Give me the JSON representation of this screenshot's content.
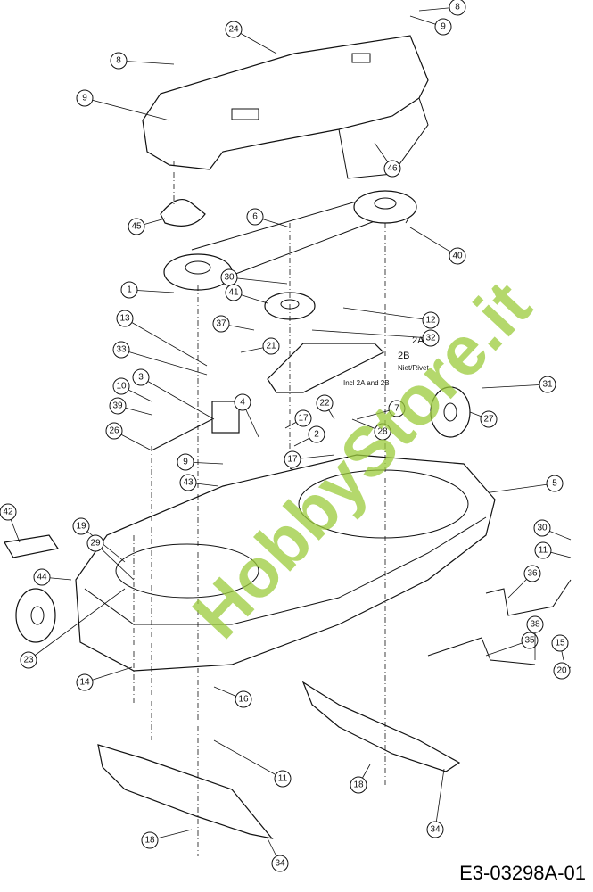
{
  "callouts": [
    "8",
    "9",
    "24",
    "8",
    "9",
    "46",
    "45",
    "6",
    "40",
    "30",
    "1",
    "41",
    "12",
    "32",
    "13",
    "37",
    "21",
    "33",
    "3",
    "10",
    "39",
    "26",
    "4",
    "22",
    "17",
    "2",
    "17",
    "7",
    "28",
    "31",
    "27",
    "9",
    "43",
    "5",
    "42",
    "19",
    "29",
    "44",
    "30",
    "11",
    "36",
    "35",
    "38",
    "15",
    "20",
    "23",
    "14",
    "16",
    "11",
    "18",
    "34",
    "18",
    "34"
  ],
  "notes": {
    "a": "2A",
    "b": "2B",
    "rivet": "Niet/Rivet",
    "incl": "Incl 2A and 2B"
  },
  "diagram_code": "E3-03298A-01",
  "watermark": "HobbyStore.it"
}
